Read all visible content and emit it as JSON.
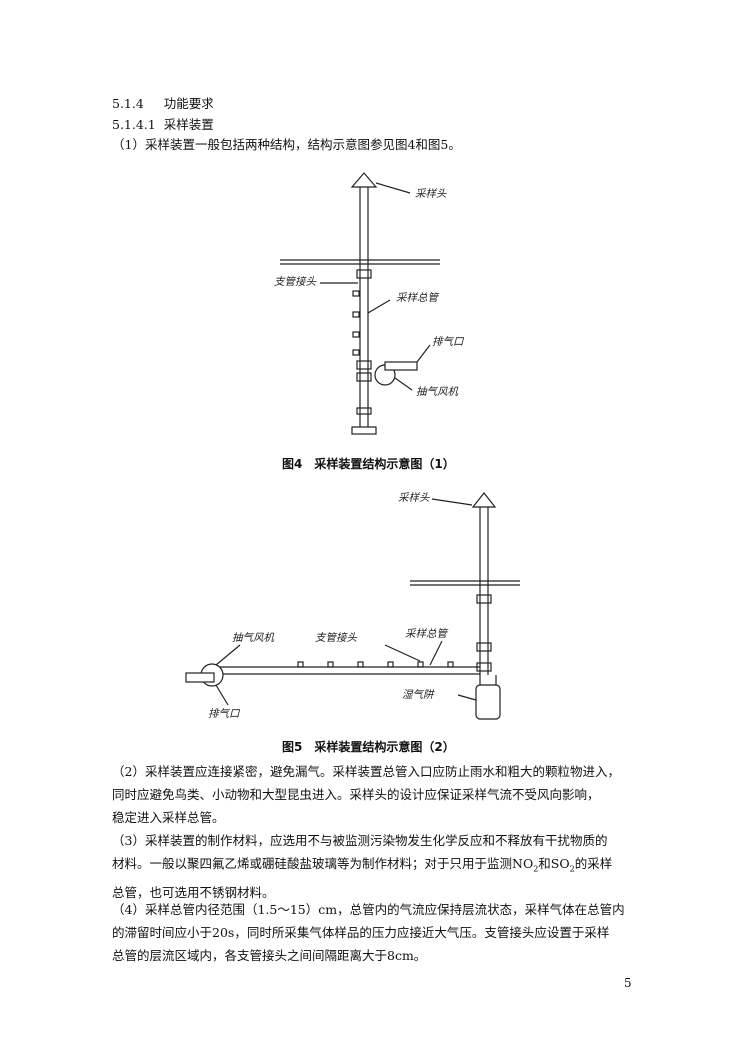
{
  "section": {
    "heading_num": "5.1.4",
    "heading_title": "功能要求",
    "sub_num": "5.1.4.1",
    "sub_title": "采样装置",
    "intro": "（1）采样装置一般包括两种结构，结构示意图参见图4和图5。"
  },
  "figure4": {
    "caption": "图4　采样装置结构示意图（1）",
    "labels": {
      "head": "采样头",
      "branch": "支管接头",
      "main_pipe": "采样总管",
      "exhaust": "排气口",
      "fan": "抽气风机"
    }
  },
  "figure5": {
    "caption": "图5　采样装置结构示意图（2）",
    "labels": {
      "head": "采样头",
      "fan": "抽气风机",
      "branch": "支管接头",
      "main_pipe": "采样总管",
      "exhaust": "排气口",
      "trap": "湿气阱"
    }
  },
  "paragraphs": {
    "p2_l1": "（2）采样装置应连接紧密，避免漏气。采样装置总管入口应防止雨水和粗大的颗粒物进入，",
    "p2_l2": "同时应避免鸟类、小动物和大型昆虫进入。采样头的设计应保证采样气流不受风向影响，",
    "p2_l3": "稳定进入采样总管。",
    "p3_l1": "（3）采样装置的制作材料，应选用不与被监测污染物发生化学反应和不释放有干扰物质的",
    "p3_l2_a": "材料。一般以聚四氟乙烯或硼硅酸盐玻璃等为制作材料；对于只用于监测NO",
    "p3_l2_sub1": "2",
    "p3_l2_b": "和SO",
    "p3_l2_sub2": "2",
    "p3_l2_c": "的采样",
    "p3_l3": "总管，也可选用不锈钢材料。",
    "p4_l1": "（4）采样总管内径范围（1.5～15）cm，总管内的气流应保持层流状态，采样气体在总管内",
    "p4_l2": "的滞留时间应小于20s，同时所采集气体样品的压力应接近大气压。支管接头应设置于采样",
    "p4_l3": "总管的层流区域内，各支管接头之间间隔距离大于8cm。"
  },
  "page_number": "5"
}
